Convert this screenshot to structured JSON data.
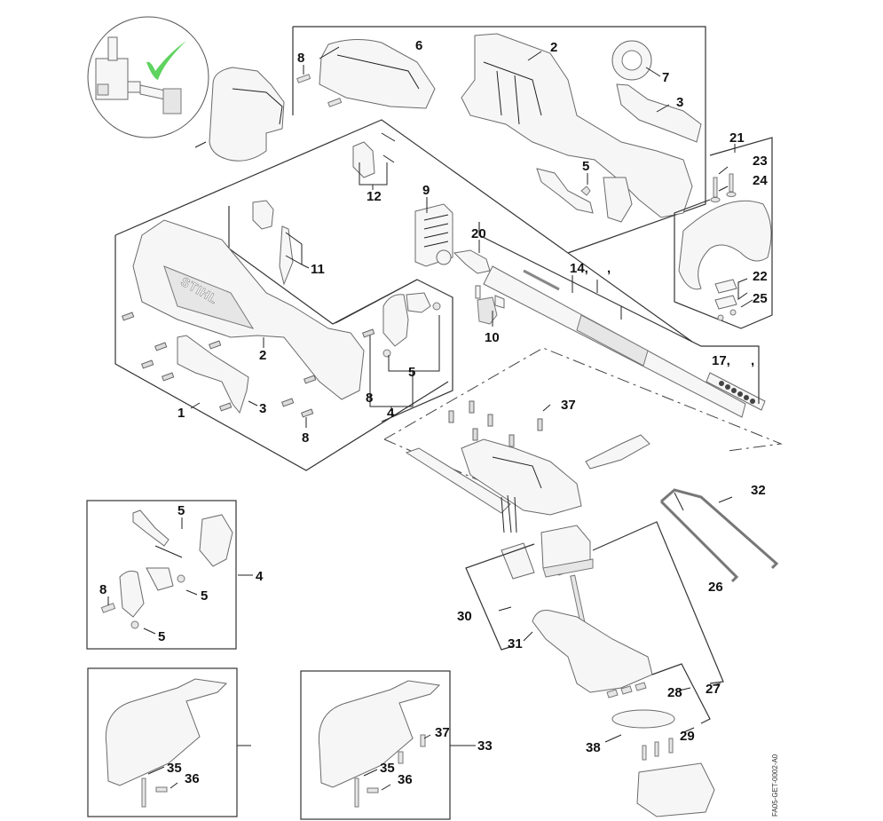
{
  "diagram": {
    "brand_logo": "STIHL",
    "drawing_code": "FA05-GET-0002-A0",
    "check_color": "#5fd35f",
    "labels": {
      "l1": "1",
      "l2a": "2",
      "l2b": "2",
      "l3a": "3",
      "l3b": "3",
      "l4a": "4",
      "l4b": "4",
      "l5a": "5",
      "l5b": "5",
      "l5c": "5",
      "l5d": "5",
      "l5e": "5",
      "l6": "6",
      "l7": "7",
      "l8a": "8",
      "l8b": "8",
      "l8c": "8",
      "l8d": "8",
      "l9": "9",
      "l10": "10",
      "l11": "11",
      "l12": "12",
      "l14": "14,",
      "l14c": ",",
      "l17": "17,",
      "l17c": ",",
      "l20": "20",
      "l21": "21",
      "l22": "22",
      "l23": "23",
      "l24": "24",
      "l25": "25",
      "l26": "26",
      "l27": "27",
      "l28": "28",
      "l29": "29",
      "l30": "30",
      "l31": "31",
      "l32": "32",
      "l33": "33",
      "l35a": "35",
      "l35b": "35",
      "l36a": "36",
      "l36b": "36",
      "l37a": "37",
      "l37b": "37",
      "l38": "38"
    }
  }
}
